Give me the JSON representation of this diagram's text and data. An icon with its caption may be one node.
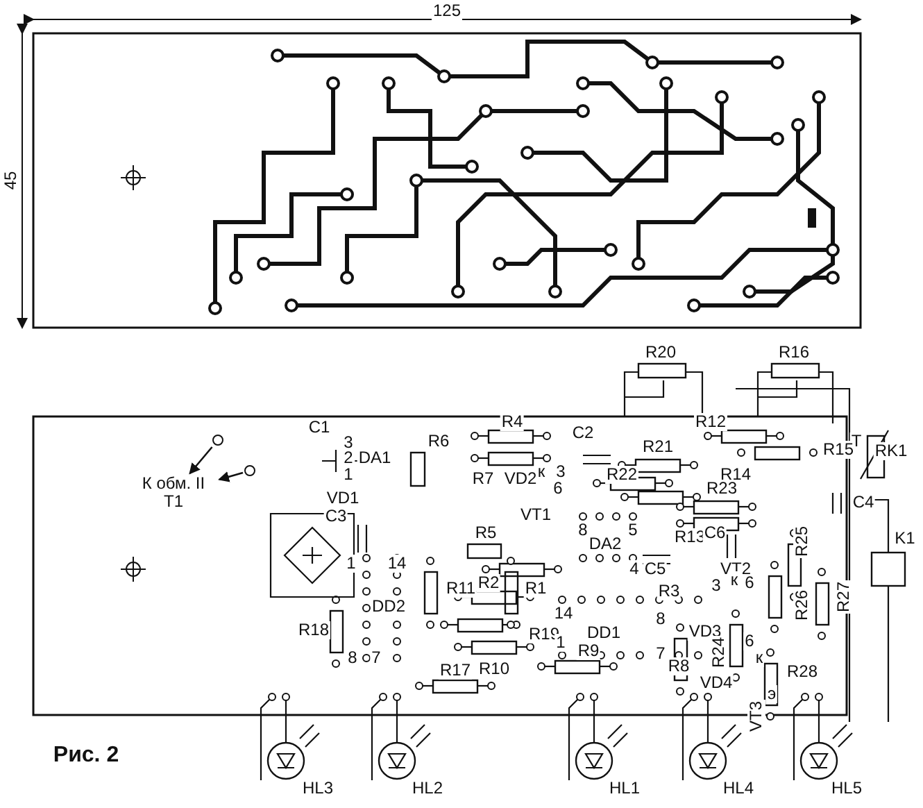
{
  "diagram": {
    "caption": "Рис. 2",
    "nodes": [
      {
        "text": [
          "К обм. II T1"
        ]
      },
      {
        "text": [],
        "shape": "circle"
      },
      {
        "text": [],
        "shape": "circle"
      }
    ],
    "edges": [
      {
        "from": 1,
        "to": 0,
        "arrow": "to"
      },
      {
        "from": 2,
        "to": 0,
        "arrow": "to"
      }
    ],
    "labels": [
      "125",
      "45",
      "R20",
      "R16",
      "R4",
      "R12",
      "C1",
      "C2",
      "3",
      "R6",
      "T",
      "R21",
      "R15",
      "RK1",
      "2",
      "DA1",
      "1",
      "R7",
      "VD2",
      "к",
      "3",
      "R22",
      "R14",
      "6",
      "R23",
      "VD1",
      "C4",
      "C3",
      "VT1",
      "R5",
      "8",
      "DA2",
      "5",
      "R13",
      "C6",
      "R25",
      "K1",
      "1",
      "14",
      "4",
      "C5",
      "VT2",
      "R11",
      "R2",
      "R1",
      "R3",
      "3",
      "к",
      "6",
      "R27",
      "DD2",
      "14",
      "8",
      "R26",
      "R18",
      "R19",
      "DD1",
      "VD3",
      "8",
      "7",
      "1",
      "R9",
      "7",
      "R24",
      "6",
      "к",
      "R17",
      "R10",
      "R8",
      "VD4",
      "R28",
      "э",
      "VT3",
      "HL3",
      "HL2",
      "HL1",
      "HL4",
      "HL5"
    ]
  }
}
